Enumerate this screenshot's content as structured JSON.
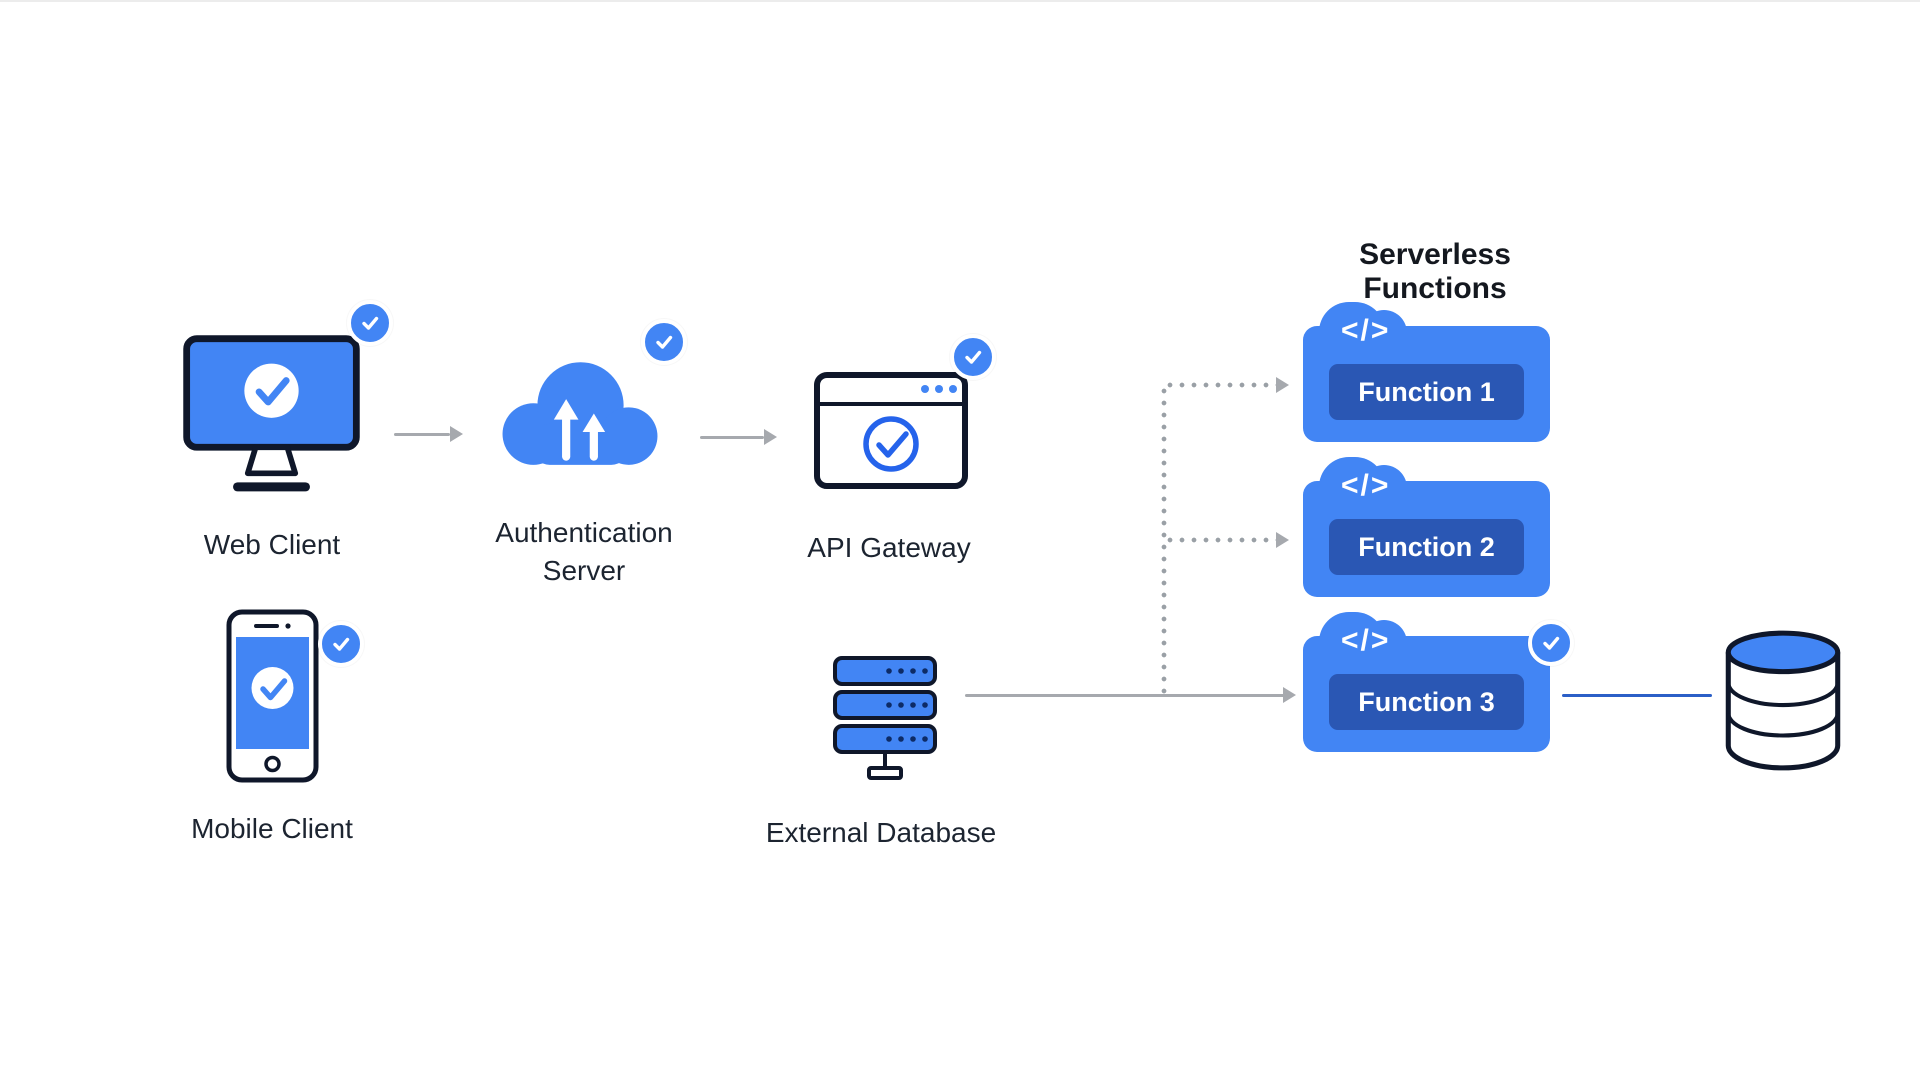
{
  "diagram": {
    "title": "Serverless Functions",
    "nodes": {
      "web_client": {
        "label": "Web Client"
      },
      "mobile_client": {
        "label": "Mobile Client"
      },
      "auth_server": {
        "label": "Authentication Server"
      },
      "api_gateway": {
        "label": "API Gateway"
      },
      "external_database": {
        "label": "External Database"
      }
    },
    "functions": [
      {
        "label": "Function 1"
      },
      {
        "label": "Function 2"
      },
      {
        "label": "Function 3"
      }
    ],
    "code_glyph": "</>",
    "colors": {
      "primary_blue": "#4285f4",
      "function_box_blue": "#2a57b4",
      "connector_blue": "#2b5fc7",
      "arrow_gray": "#a6a9ae",
      "outline_black": "#0f172a"
    }
  }
}
